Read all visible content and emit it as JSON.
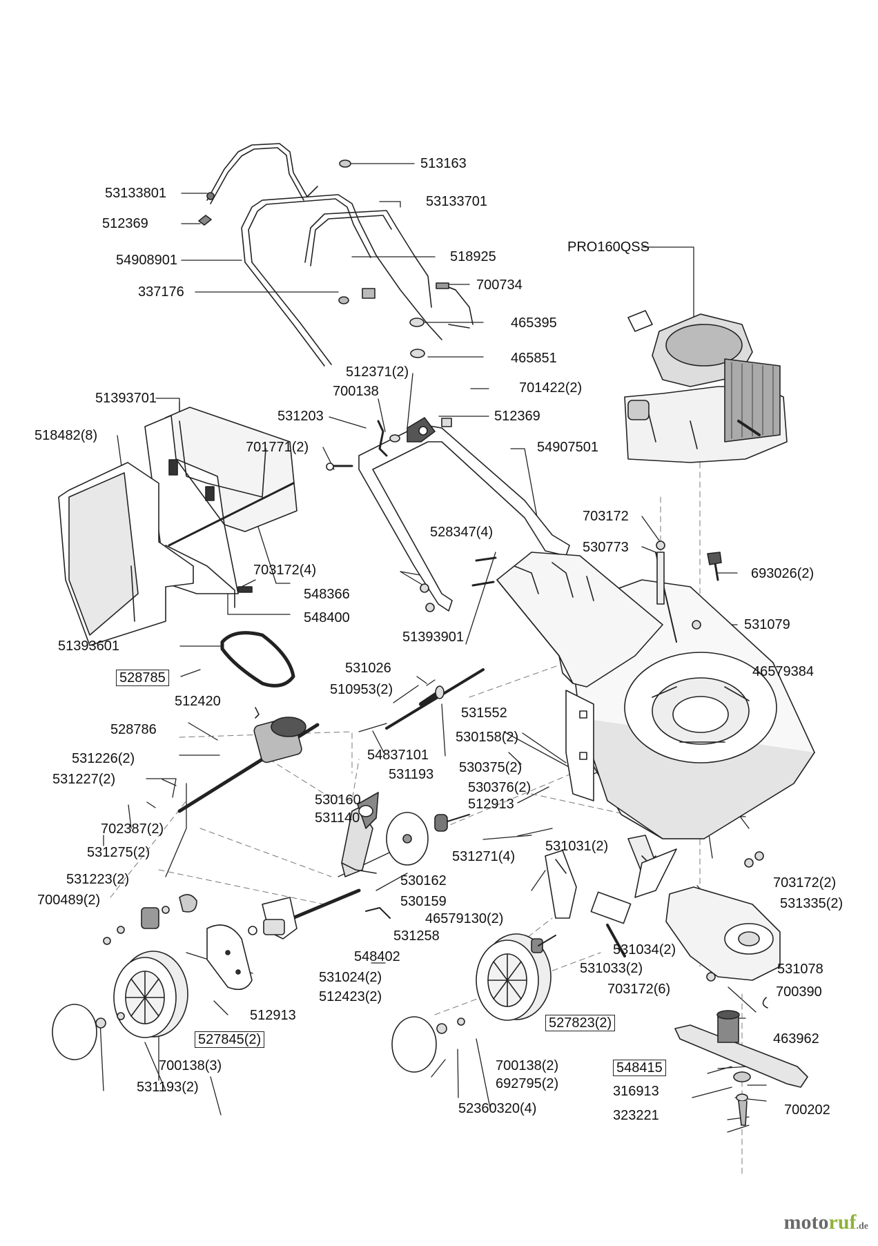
{
  "labels": {
    "l513163": "513163",
    "l53133801": "53133801",
    "l53133701": "53133701",
    "l512369a": "512369",
    "l54908901": "54908901",
    "l518925": "518925",
    "l337176": "337176",
    "l700734": "700734",
    "lPRO160QSS": "PRO160QSS",
    "l465395": "465395",
    "l465851": "465851",
    "l512371": "512371(2)",
    "l700138a": "700138",
    "l701422": "701422(2)",
    "l51393701": "51393701",
    "l531203": "531203",
    "l512369b": "512369",
    "l518482": "518482(8)",
    "l701771": "701771(2)",
    "l54907501": "54907501",
    "l703172a": "703172",
    "l528347": "528347(4)",
    "l530773": "530773",
    "l703172b": "703172(4)",
    "l693026": "693026(2)",
    "l548366": "548366",
    "l548400": "548400",
    "l531079": "531079",
    "l51393901": "51393901",
    "l51393601": "51393601",
    "l46579384": "46579384",
    "l531026": "531026",
    "l528785": "528785",
    "l510953": "510953(2)",
    "l531552": "531552",
    "l512420": "512420",
    "l530158": "530158(2)",
    "l528786": "528786",
    "l54837101": "54837101",
    "l531226": "531226(2)",
    "l530375": "530375(2)",
    "l531193a": "531193",
    "l530376": "530376(2)",
    "l531227": "531227(2)",
    "l512913a": "512913",
    "l530160": "530160",
    "l531140": "531140",
    "l702387": "702387(2)",
    "l531271": "531271(4)",
    "l531031": "531031(2)",
    "l531275": "531275(2)",
    "l530162": "530162",
    "l531223": "531223(2)",
    "l703172c": "703172(2)",
    "l700489": "700489(2)",
    "l530159": "530159",
    "l531335": "531335(2)",
    "l46579130": "46579130(2)",
    "l531258": "531258",
    "l548402": "548402",
    "l531034": "531034(2)",
    "l531078": "531078",
    "l531024": "531024(2)",
    "l531033": "531033(2)",
    "l512423": "512423(2)",
    "l703172d": "703172(6)",
    "l700390": "700390",
    "l512913b": "512913",
    "l527823": "527823(2)",
    "l463962": "463962",
    "l527845": "527845(2)",
    "l548415": "548415",
    "l700138b": "700138(3)",
    "l700138c": "700138(2)",
    "l316913": "316913",
    "l692795": "692795(2)",
    "l700202": "700202",
    "l531193b": "531193(2)",
    "l323221": "323221",
    "l52360320": "52360320(4)"
  },
  "watermark": {
    "part1": "moto",
    "part2": "ruf",
    "part3": ".de"
  },
  "colors": {
    "line": "#222222",
    "fill_light": "#ececec",
    "fill_mid": "#cfcfcf",
    "fill_dark": "#555555",
    "wm_green": "#8fb33a",
    "wm_grey": "#6a6a6a"
  }
}
